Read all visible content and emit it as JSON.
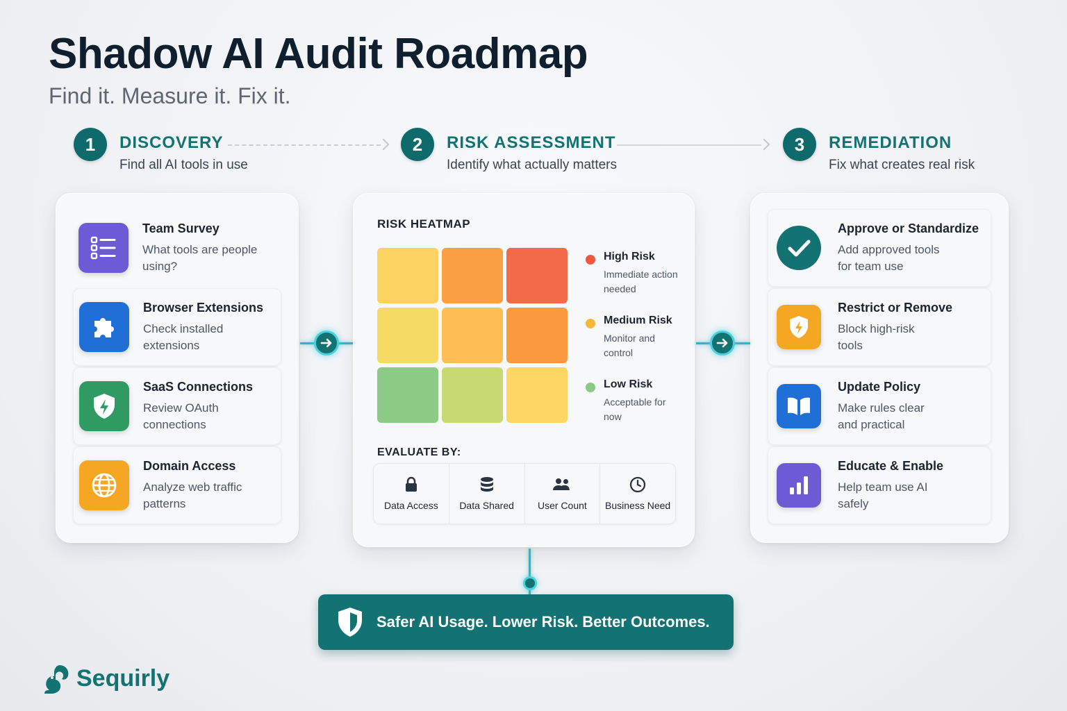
{
  "header": {
    "title": "Shadow AI Audit Roadmap",
    "subtitle": "Find it. Measure it. Fix it."
  },
  "steps": [
    {
      "number": "1",
      "title": "DISCOVERY",
      "desc": "Find all AI tools in use"
    },
    {
      "number": "2",
      "title": "RISK ASSESSMENT",
      "desc": "Identify what actually matters"
    },
    {
      "number": "3",
      "title": "REMEDIATION",
      "desc": "Fix what creates real risk"
    }
  ],
  "discovery": {
    "items": [
      {
        "title": "Team Survey",
        "desc": "What tools are people using?",
        "icon": "checklist-icon",
        "color": "#6c5bd4"
      },
      {
        "title": "Browser Extensions",
        "desc": "Check installed extensions",
        "icon": "puzzle-icon",
        "color": "#1f6fd6"
      },
      {
        "title": "SaaS Connections",
        "desc": "Review OAuth connections",
        "icon": "shield-bolt-icon",
        "color": "#2f9a62"
      },
      {
        "title": "Domain Access",
        "desc": "Analyze web traffic patterns",
        "icon": "globe-icon",
        "color": "#f5a623"
      }
    ]
  },
  "risk": {
    "heatmap_title": "RISK HEATMAP",
    "cells": [
      "#fcd263",
      "#fb9f45",
      "#f26a4a",
      "#f6da66",
      "#fcbe55",
      "#fa9a3f",
      "#8bcb86",
      "#c8d872",
      "#fcd766"
    ],
    "legend": [
      {
        "title": "High Risk",
        "desc": "Immediate action needed",
        "color": "#f0573f"
      },
      {
        "title": "Medium Risk",
        "desc": "Monitor and control",
        "color": "#f9b73a"
      },
      {
        "title": "Low Risk",
        "desc": "Acceptable for now",
        "color": "#8ccb85"
      }
    ],
    "evaluate_title": "EVALUATE BY:",
    "evaluate": [
      {
        "label": "Data Access",
        "icon": "lock-icon"
      },
      {
        "label": "Data Shared",
        "icon": "database-icon"
      },
      {
        "label": "User Count",
        "icon": "users-icon"
      },
      {
        "label": "Business Need",
        "icon": "clock-icon"
      }
    ]
  },
  "remediation": {
    "items": [
      {
        "title": "Approve or Standardize",
        "desc": "Add approved tools for team use",
        "icon": "check-circle-icon",
        "color": "#137373"
      },
      {
        "title": "Restrict or Remove",
        "desc": "Block high-risk tools",
        "icon": "shield-warning-icon",
        "color": "#f5a623"
      },
      {
        "title": "Update Policy",
        "desc": "Make rules clear and practical",
        "icon": "book-icon",
        "color": "#1f6fd6"
      },
      {
        "title": "Educate & Enable",
        "desc": "Help team use AI safely",
        "icon": "bar-chart-icon",
        "color": "#6c5bd4"
      }
    ]
  },
  "banner": {
    "text": "Safer AI Usage. Lower Risk. Better Outcomes.",
    "icon": "shield-icon"
  },
  "brand": {
    "name": "Sequirly",
    "icon": "squirrel-logo-icon"
  }
}
